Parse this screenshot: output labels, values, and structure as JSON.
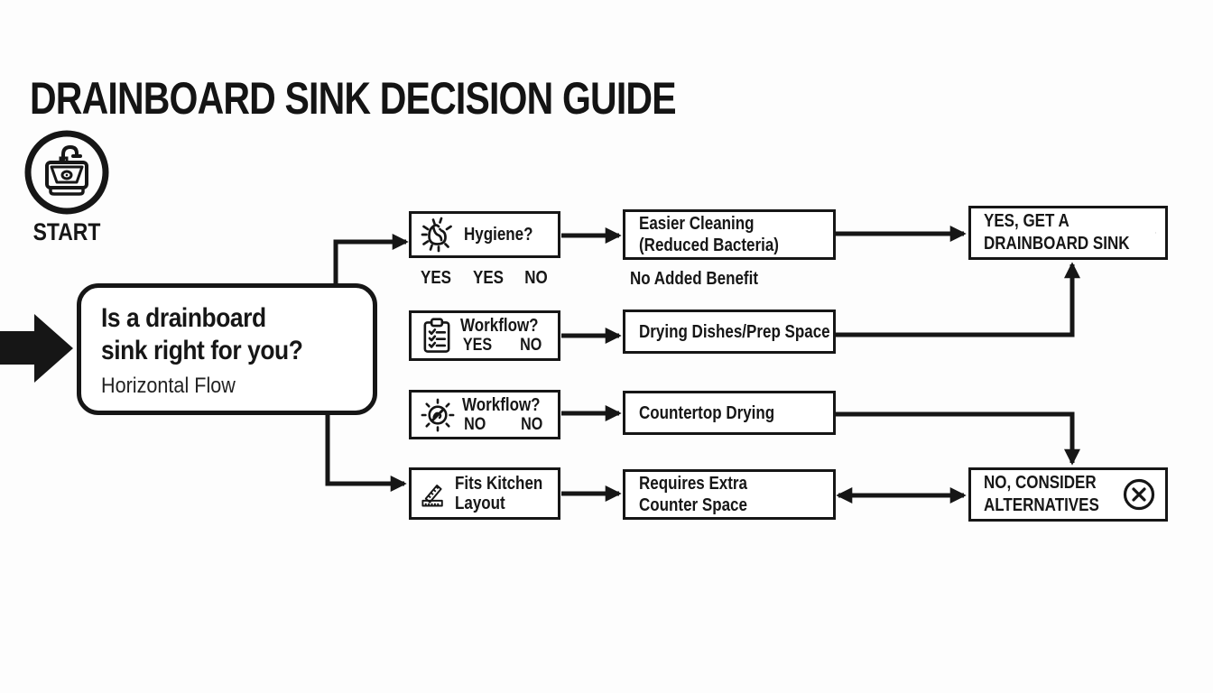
{
  "title": "DRAINBOARD SINK DECISION GUIDE",
  "colors": {
    "ink": "#161616",
    "paper": "#fdfdfd",
    "node_fill": "#ffffff"
  },
  "start": {
    "icon": "sink-icon",
    "label": "START"
  },
  "main_question": {
    "line1": "Is a drainboard",
    "line2": "sink right for you?",
    "subtitle": "Horizontal Flow"
  },
  "decisions": [
    {
      "icon": "bacteria-icon",
      "label": "Hygiene?",
      "below": [
        "YES",
        "YES",
        "NO"
      ]
    },
    {
      "icon": "clipboard-checklist-icon",
      "label": "Workflow?",
      "options": [
        "YES",
        "NO"
      ]
    },
    {
      "icon": "sun-crossed-icon",
      "label": "Workflow?",
      "options": [
        "NO",
        "NO"
      ]
    },
    {
      "icon": "ruler-icon",
      "line1": "Fits Kitchen",
      "line2": "Layout"
    }
  ],
  "outcomes": [
    {
      "line1": "Easier Cleaning",
      "line2": "(Reduced Bacteria)",
      "below": "No Added Benefit"
    },
    {
      "label": "Drying Dishes/Prep Space"
    },
    {
      "label": "Countertop Drying"
    },
    {
      "line1": "Requires Extra",
      "line2": "Counter Space"
    }
  ],
  "results": {
    "yes": {
      "line1": "YES, GET A",
      "line2": "DRAINBOARD SINK",
      "icon": "check-circle-icon"
    },
    "no": {
      "line1": "NO, CONSIDER",
      "line2": "ALTERNATIVES",
      "icon": "x-circle-icon"
    }
  }
}
